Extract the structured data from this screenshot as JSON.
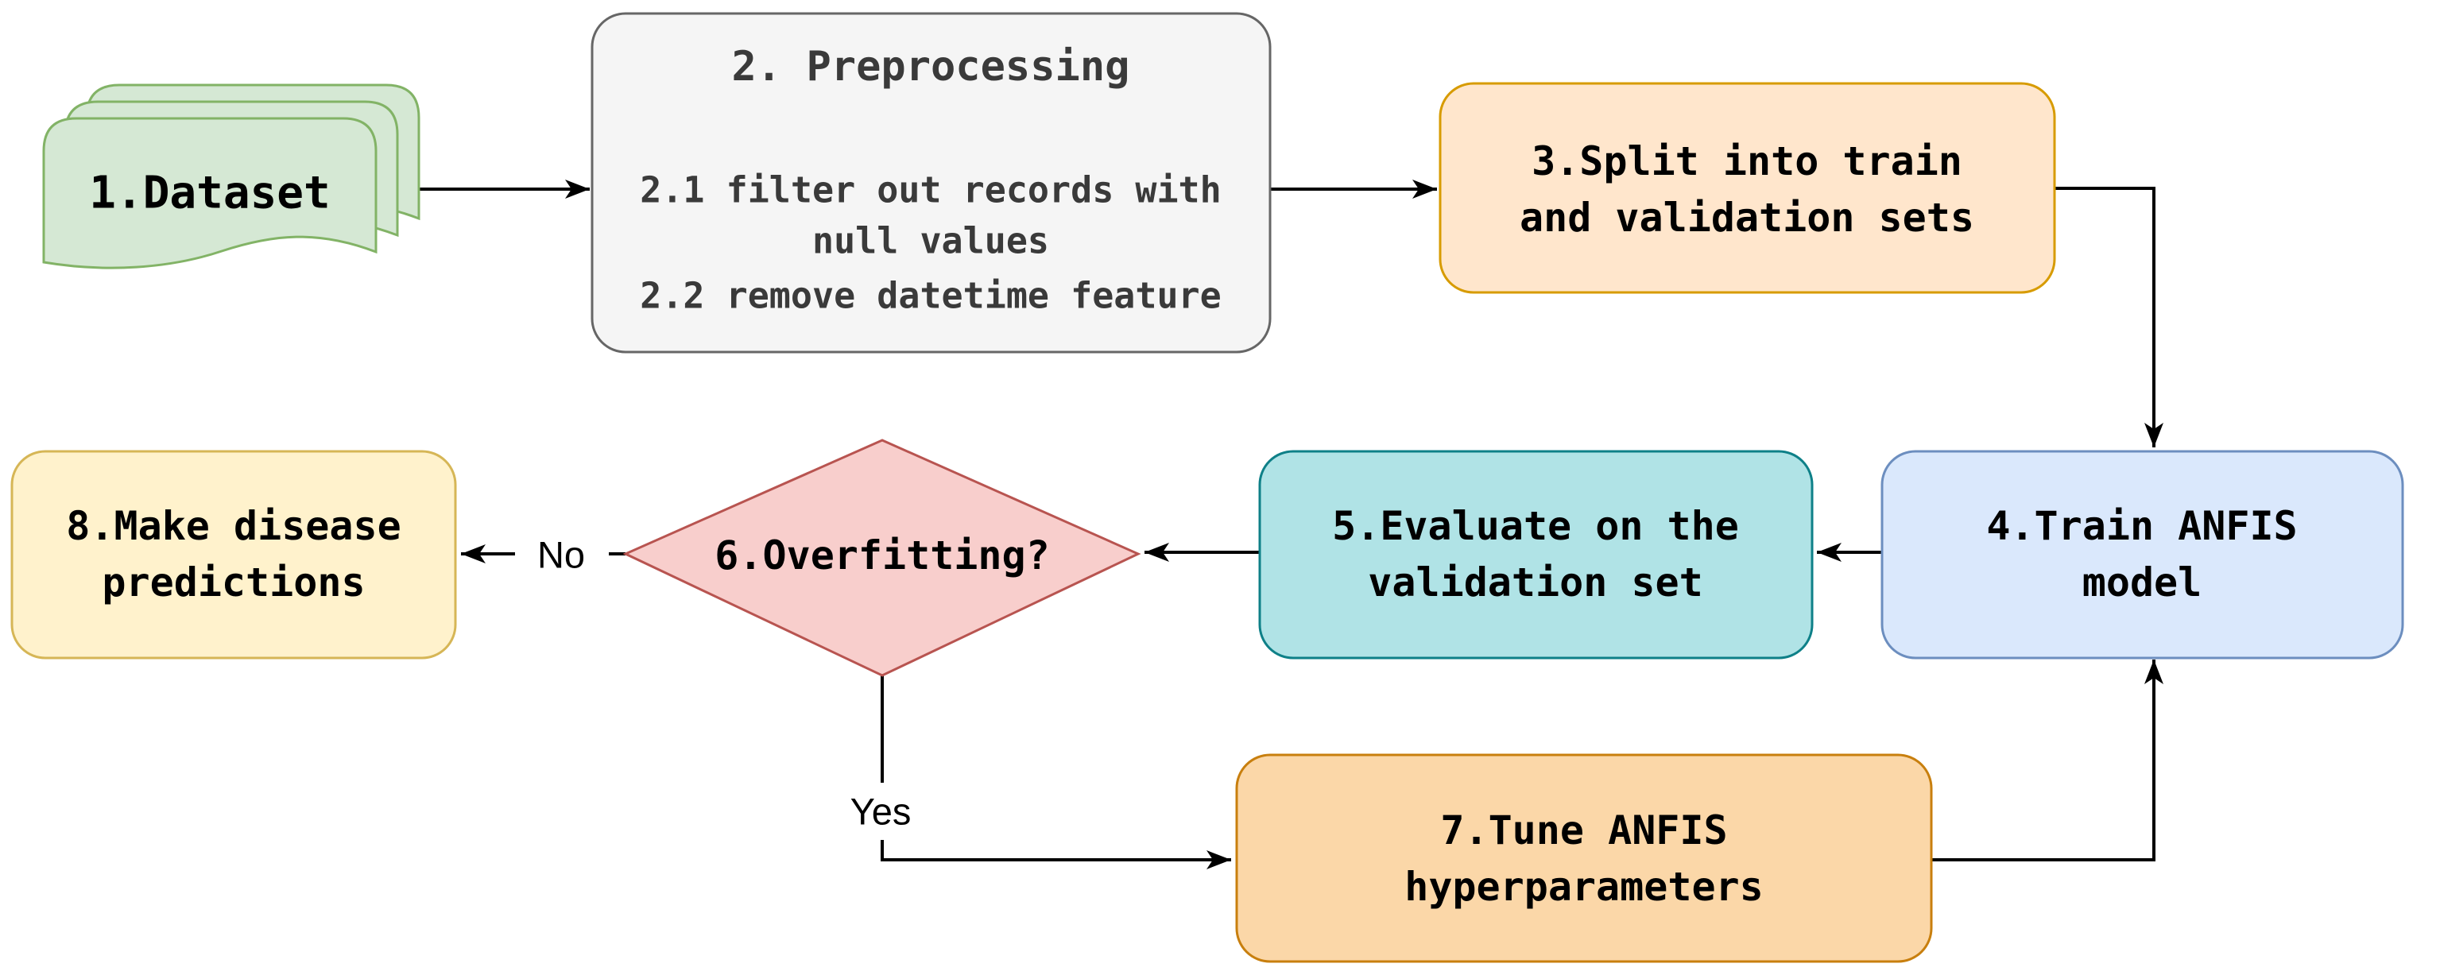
{
  "diagram": {
    "title": "ANFIS disease prediction workflow flowchart",
    "background": "#ffffff",
    "edge_color": "#000000",
    "label_background": "#ffffff",
    "nodes": {
      "dataset": {
        "label": "1.Dataset",
        "shape": "document-stack",
        "fill": "#d5e8d4",
        "stroke": "#82b366",
        "text_color": "#000000"
      },
      "preprocessing": {
        "title": "2. Preprocessing",
        "line1": "2.1 filter out records with",
        "line2": "null values",
        "line3": "2.2 remove datetime feature",
        "shape": "rounded-rectangle",
        "fill": "#f5f5f5",
        "stroke": "#666666",
        "text_color": "#3a3a3a"
      },
      "split": {
        "line1": "3.Split into train",
        "line2": "and validation sets",
        "shape": "rounded-rectangle",
        "fill": "#ffe6cc",
        "stroke": "#d79b00",
        "text_color": "#000000"
      },
      "train": {
        "line1": "4.Train ANFIS",
        "line2": "model",
        "shape": "rounded-rectangle",
        "fill": "#dae8fc",
        "stroke": "#6c8ebf",
        "text_color": "#000000"
      },
      "evaluate": {
        "line1": "5.Evaluate on the",
        "line2": "validation set",
        "shape": "rounded-rectangle",
        "fill": "#b0e3e6",
        "stroke": "#0e8088",
        "text_color": "#000000"
      },
      "overfitting": {
        "label": "6.Overfitting?",
        "shape": "diamond-decision",
        "fill": "#f8cecc",
        "stroke": "#b85450",
        "text_color": "#000000"
      },
      "tune": {
        "line1": "7.Tune ANFIS",
        "line2": "hyperparameters",
        "shape": "rounded-rectangle",
        "fill": "#fbd7a8",
        "stroke": "#c87f0e",
        "text_color": "#000000"
      },
      "predict": {
        "line1": "8.Make disease",
        "line2": "predictions",
        "shape": "rounded-rectangle",
        "fill": "#fff2cc",
        "stroke": "#d6b656",
        "text_color": "#000000"
      }
    },
    "edge_labels": {
      "no": "No",
      "yes": "Yes"
    }
  }
}
